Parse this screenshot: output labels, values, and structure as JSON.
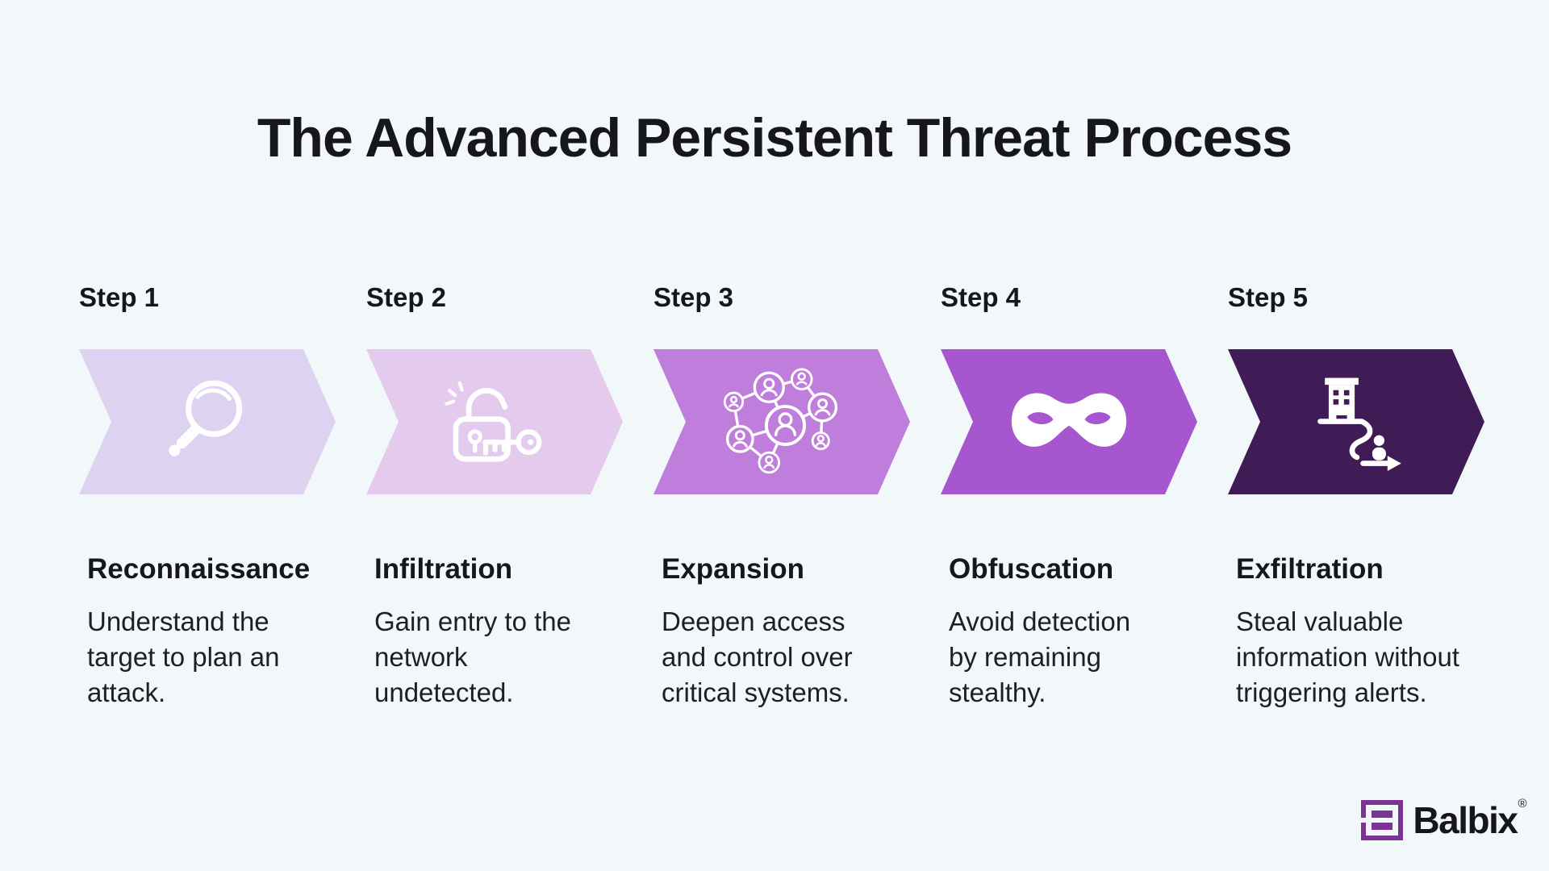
{
  "title": "The Advanced Persistent Threat Process",
  "colors": {
    "background": "#f2f8f9",
    "text": "#17171b",
    "brand_purple": "#7b3394",
    "step_colors": [
      "#ddd2ef",
      "#e4cbee",
      "#c07edc",
      "#a656ce",
      "#3f1c55"
    ]
  },
  "steps": [
    {
      "label": "Step 1",
      "name": "Reconnaissance",
      "description": "Understand the target to plan an attack.",
      "color": "#ddd2ef",
      "icon": "magnifier-icon"
    },
    {
      "label": "Step 2",
      "name": "Infiltration",
      "description": "Gain entry to the network undetected.",
      "color": "#e4cbee",
      "icon": "unlocked-padlock-key-icon"
    },
    {
      "label": "Step 3",
      "name": "Expansion",
      "description": "Deepen access and control over critical systems.",
      "color": "#c07edc",
      "icon": "network-people-icon"
    },
    {
      "label": "Step 4",
      "name": "Obfuscation",
      "description": "Avoid detection by remaining stealthy.",
      "color": "#a656ce",
      "icon": "mask-icon"
    },
    {
      "label": "Step 5",
      "name": "Exfiltration",
      "description": "Steal valuable information without triggering alerts.",
      "color": "#3f1c55",
      "icon": "building-exit-icon"
    }
  ],
  "footer": {
    "logo_text": "Balbix",
    "trademark": "®"
  }
}
